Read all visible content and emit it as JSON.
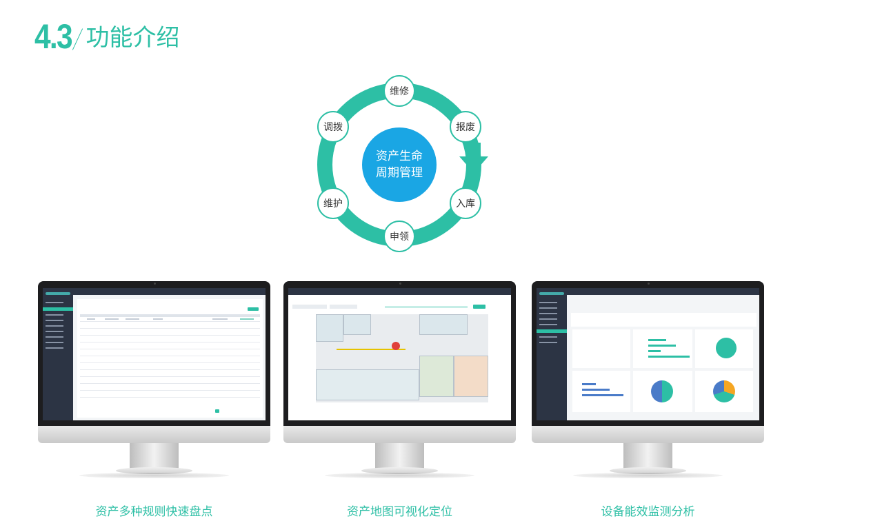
{
  "header": {
    "number": "4.3",
    "title": "功能介绍"
  },
  "cycle": {
    "center_line1": "资产生命",
    "center_line2": "周期管理",
    "nodes": {
      "repair": "维修",
      "scrap": "报废",
      "storage": "入库",
      "apply": "申领",
      "maintain": "维护",
      "transfer": "调拨"
    },
    "ring_color": "#2dbfa5",
    "center_color": "#1aa6e4"
  },
  "monitors": [
    {
      "caption": "资产多种规则快速盘点"
    },
    {
      "caption": "资产地图可视化定位"
    },
    {
      "caption": "设备能效监测分析"
    }
  ]
}
